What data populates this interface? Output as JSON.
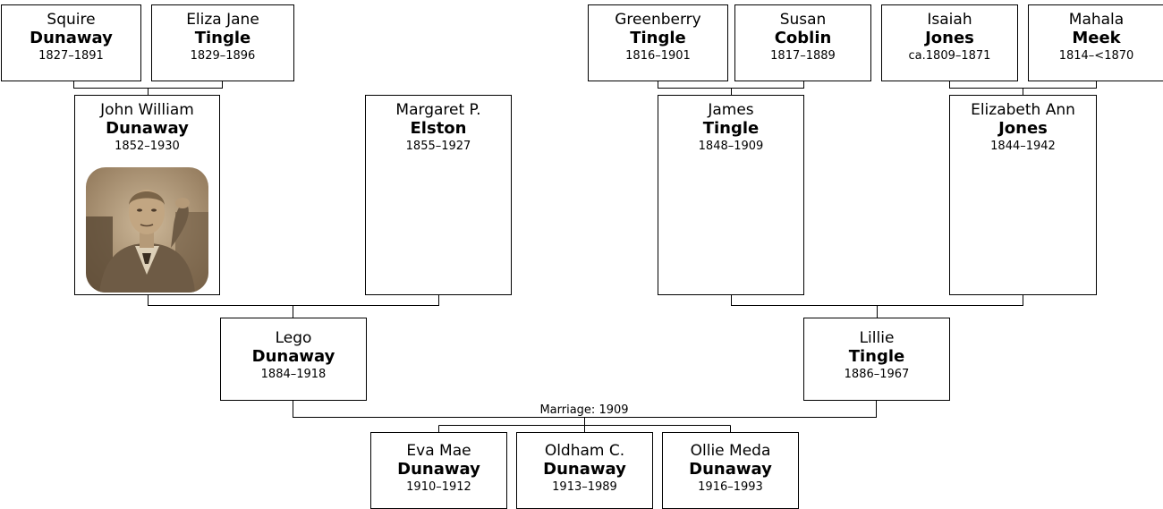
{
  "people": {
    "squire": {
      "given": "Squire",
      "surname": "Dunaway",
      "dates": "1827–1891"
    },
    "eliza_jane": {
      "given": "Eliza Jane",
      "surname": "Tingle",
      "dates": "1829–1896"
    },
    "greenberry": {
      "given": "Greenberry",
      "surname": "Tingle",
      "dates": "1816–1901"
    },
    "susan": {
      "given": "Susan",
      "surname": "Coblin",
      "dates": "1817–1889"
    },
    "isaiah": {
      "given": "Isaiah",
      "surname": "Jones",
      "dates": "ca.1809–1871"
    },
    "mahala": {
      "given": "Mahala",
      "surname": "Meek",
      "dates": "1814–<1870"
    },
    "john_william": {
      "given": "John William",
      "surname": "Dunaway",
      "dates": "1852–1930"
    },
    "margaret": {
      "given": "Margaret P.",
      "surname": "Elston",
      "dates": "1855–1927"
    },
    "james": {
      "given": "James",
      "surname": "Tingle",
      "dates": "1848–1909"
    },
    "elizabeth_ann": {
      "given": "Elizabeth Ann",
      "surname": "Jones",
      "dates": "1844–1942"
    },
    "lego": {
      "given": "Lego",
      "surname": "Dunaway",
      "dates": "1884–1918"
    },
    "lillie": {
      "given": "Lillie",
      "surname": "Tingle",
      "dates": "1886–1967"
    },
    "eva_mae": {
      "given": "Eva Mae",
      "surname": "Dunaway",
      "dates": "1910–1912"
    },
    "oldham": {
      "given": "Oldham C.",
      "surname": "Dunaway",
      "dates": "1913–1989"
    },
    "ollie_meda": {
      "given": "Ollie Meda",
      "surname": "Dunaway",
      "dates": "1916–1993"
    }
  },
  "marriage_label": "Marriage: 1909",
  "colors": {
    "line": "#000000",
    "box_border": "#000000",
    "photo_sepia": "#a58a6a"
  }
}
